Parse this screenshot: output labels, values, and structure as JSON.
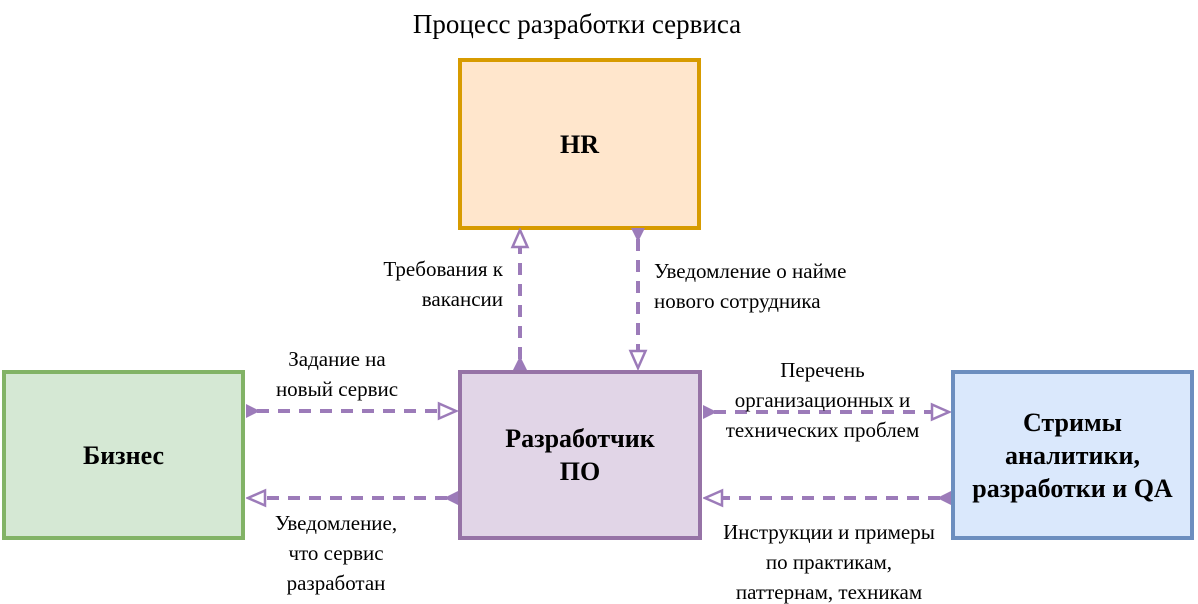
{
  "title": "Процесс разработки сервиса",
  "nodes": {
    "hr": {
      "label": "HR",
      "fill": "#FFE6CC",
      "border": "#D79B00"
    },
    "business": {
      "label": "Бизнес",
      "fill": "#D5E8D4",
      "border": "#82B366"
    },
    "developer": {
      "label": "Разработчик\nПО",
      "fill": "#E1D5E7",
      "border": "#9673A6"
    },
    "streams": {
      "label": "Стримы\nаналитики,\nразработки и QA",
      "fill": "#DAE8FC",
      "border": "#6C8EBF"
    }
  },
  "edges": [
    {
      "id": "developer-to-hr",
      "from": "Разработчик ПО",
      "to": "HR",
      "label": "Требования к\nвакансии"
    },
    {
      "id": "hr-to-developer",
      "from": "HR",
      "to": "Разработчик ПО",
      "label": "Уведомление о найме\nнового сотрудника"
    },
    {
      "id": "business-to-developer",
      "from": "Бизнес",
      "to": "Разработчик ПО",
      "label": "Задание на\nновый сервис"
    },
    {
      "id": "developer-to-business",
      "from": "Разработчик ПО",
      "to": "Бизнес",
      "label": "Уведомление,\nчто сервис\nразработан"
    },
    {
      "id": "developer-to-streams",
      "from": "Разработчик ПО",
      "to": "Стримы",
      "label": "Перечень\nорганизационных и\nтехнических проблем"
    },
    {
      "id": "streams-to-developer",
      "from": "Стримы",
      "to": "Разработчик ПО",
      "label": "Инструкции и примеры\nпо практикам,\nпаттернам, техникам"
    }
  ],
  "colors": {
    "arrow": "#9C7BB9",
    "text": "#000000",
    "background": "#FFFFFF"
  }
}
